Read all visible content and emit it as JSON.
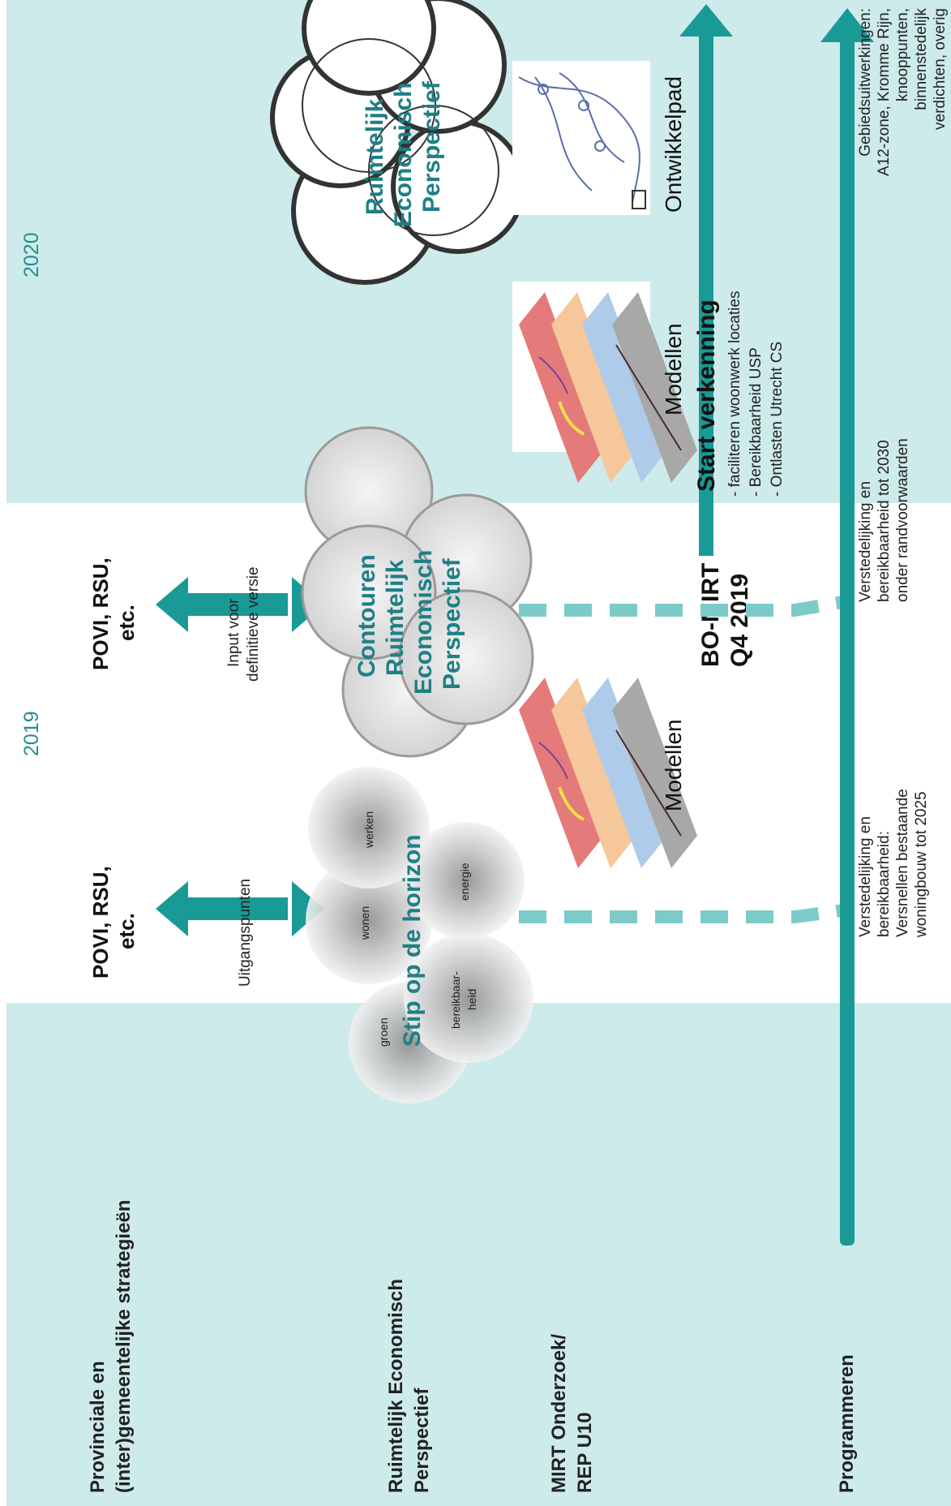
{
  "rows": {
    "row1_line1": "Provinciale en",
    "row1_line2": "(inter)gemeentelijke strategieën",
    "row2_line1": "Ruimtelijk Economisch",
    "row2_line2": "Perspectief",
    "row3_line1": "MIRT Onderzoek/",
    "row3_line2": "REP U10",
    "row4": "Programmeren"
  },
  "years": {
    "y2019": "2019",
    "y2020": "2020"
  },
  "povi_a": {
    "line1": "POVI, RSU,",
    "line2": "etc."
  },
  "povi_b": {
    "line1": "POVI, RSU,",
    "line2": "etc."
  },
  "arrow_label_a": "Uitgangspunten",
  "arrow_label_b": {
    "line1": "Input voor",
    "line2": "definitieve versie"
  },
  "stip": {
    "title": "Stip op de horizon",
    "themes": {
      "groen": "groen",
      "wonen": "wonen",
      "bereikbaarheid_1": "bereikbaar-",
      "bereikbaarheid_2": "heid",
      "werken": "werken",
      "energie": "energie"
    }
  },
  "contouren": {
    "line1": "Contouren",
    "line2": "Ruimtelijk",
    "line3": "Economisch",
    "line4": "Perspectief"
  },
  "rep_final": {
    "line1": "Ruimtelijk",
    "line2": "Economisch",
    "line3": "Perspectief"
  },
  "modellen_a": "Modellen",
  "modellen_b": "Modellen",
  "ontwikkelpad": "Ontwikkelpad",
  "bo_mirt": {
    "line1": "BO-MIRT",
    "line2": "Q4 2019"
  },
  "start_verkenning": {
    "title": "Start verkenning",
    "items": [
      "- faciliteren woonwerk locaties",
      "- Bereikbaarheid USP",
      "- Ontlasten Utrecht CS"
    ]
  },
  "programmeren_notes": {
    "note1": [
      "Verstedelijking en",
      "bereikbaarheid:",
      "Versnellen bestaande",
      "woningbouw tot 2025"
    ],
    "note2": [
      "Verstedelijking en",
      "bereikbaarheid tot 2030",
      "onder randvoorwaarden"
    ],
    "note3": [
      "Gebiedsuitwerkingen:",
      "A12-zone, Kromme Rijn,",
      "knooppunten,",
      "binnenstedelijk",
      "verdichten, overig"
    ]
  },
  "colors": {
    "teal": "#1a9a96",
    "teal_light": "#7ccbc8",
    "band": "#cdebea",
    "year": "#2a8c8c"
  }
}
